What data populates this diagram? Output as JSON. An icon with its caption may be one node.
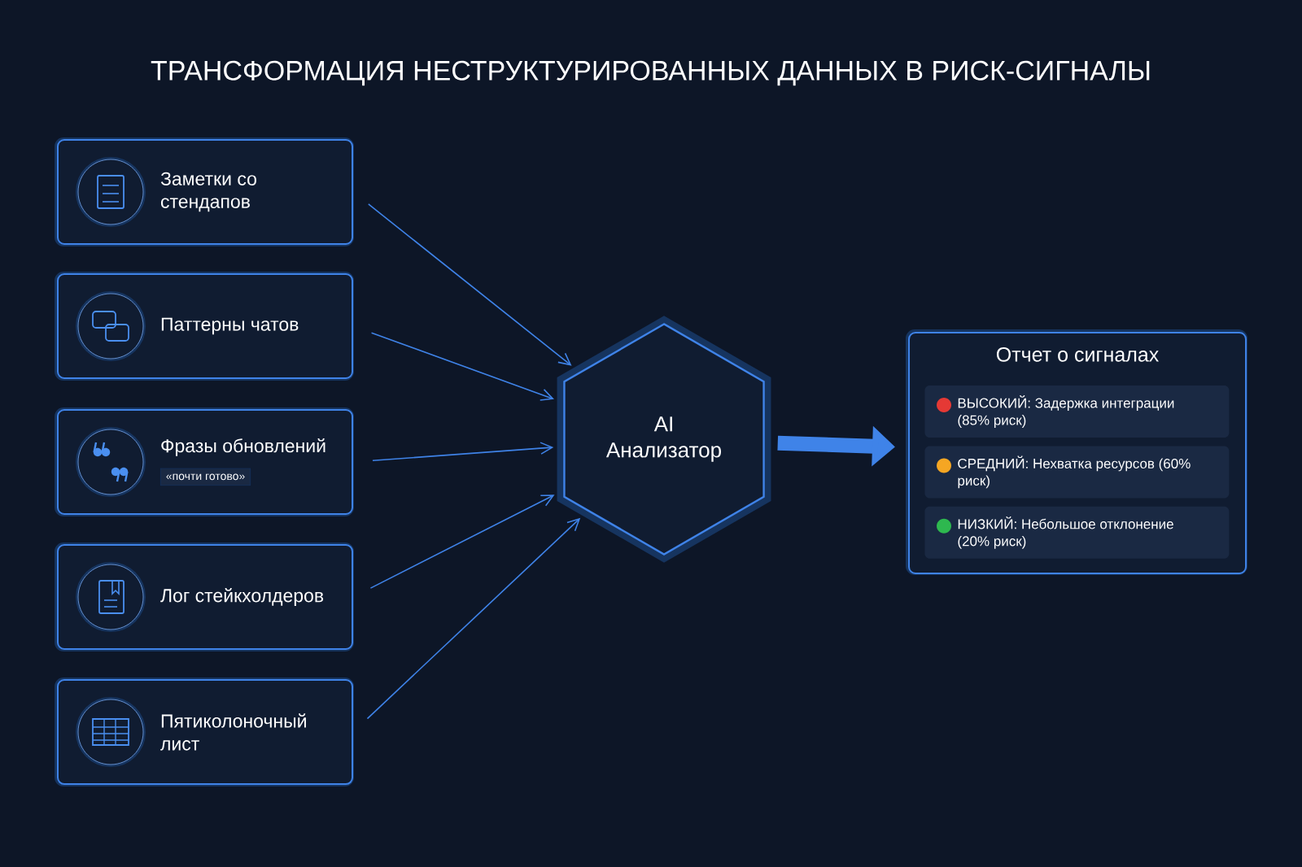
{
  "diagram": {
    "title": "ТРАНСФОРМАЦИЯ НЕСТРУКТУРИРОВАННЫХ ДАННЫХ В РИСК-СИГНАЛЫ",
    "nodes": [
      {
        "text": [
          "Заметки со стендапов"
        ]
      },
      {
        "text": [
          "Паттерны чатов"
        ]
      },
      {
        "text": [
          "Фразы обновлений",
          "«почти готово»"
        ]
      },
      {
        "text": [
          "Лог стейкхолдеров"
        ]
      },
      {
        "text": [
          "Пятиколоночный лист"
        ]
      },
      {
        "text": [
          "AI Анализатор"
        ]
      },
      {
        "text": [
          "Отчет о сигналах"
        ]
      },
      {
        "text": [
          "ВЫСОКИЙ: Задержка интеграции (85% риск)"
        ],
        "in": 6
      },
      {
        "text": [
          "СРЕДНИЙ: Нехватка ресурсов (60% риск)"
        ],
        "in": 6
      },
      {
        "text": [
          "НИЗКИЙ: Небольшое отклонение (20% риск)"
        ],
        "in": 6
      }
    ],
    "edges": [
      {
        "from": 0,
        "to": 5,
        "arrow": "to"
      },
      {
        "from": 1,
        "to": 5,
        "arrow": "to"
      },
      {
        "from": 2,
        "to": 5,
        "arrow": "to"
      },
      {
        "from": 3,
        "to": 5,
        "arrow": "to"
      },
      {
        "from": 4,
        "to": 5,
        "arrow": "to"
      },
      {
        "from": 5,
        "to": 6,
        "arrow": "to",
        "style": "thick"
      }
    ]
  }
}
